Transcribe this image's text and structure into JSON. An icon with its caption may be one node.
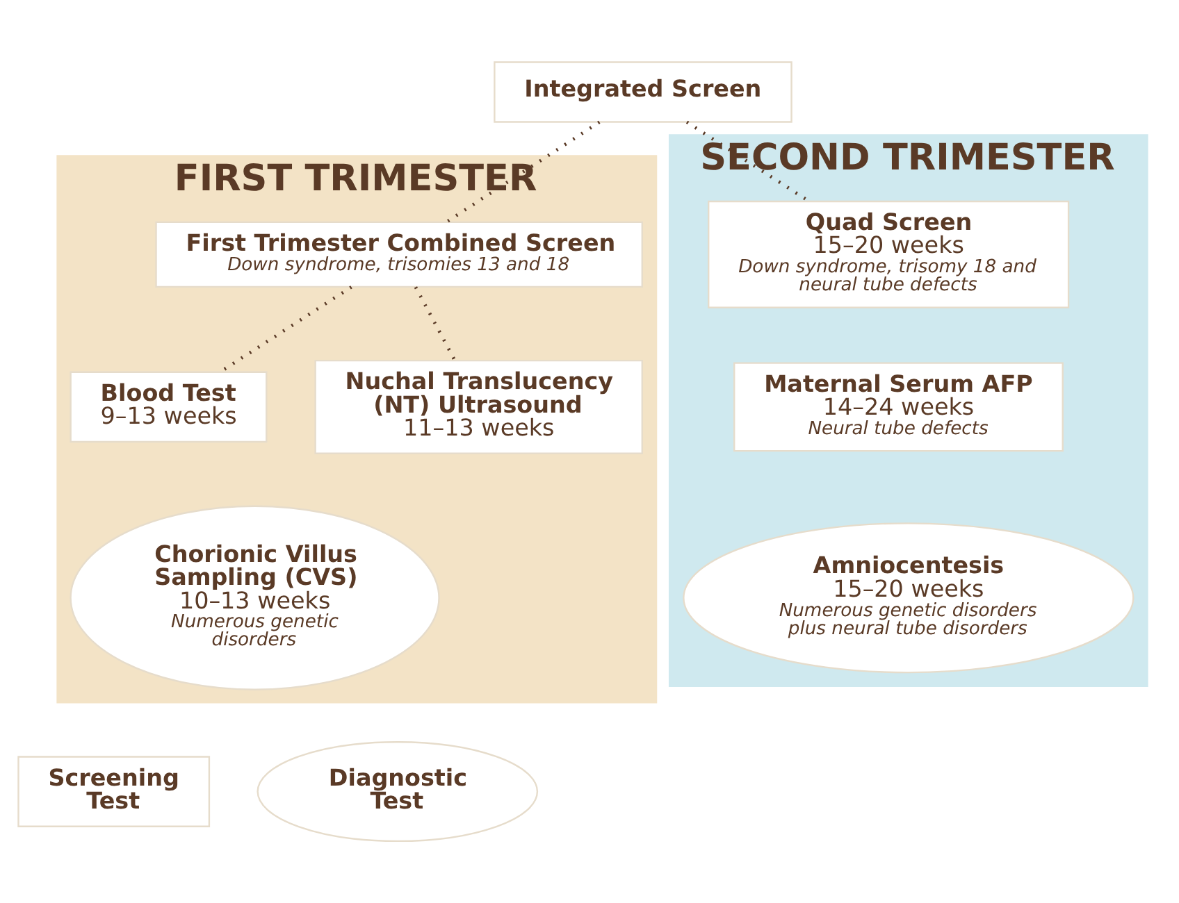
{
  "diagram": {
    "nodes": [
      {
        "text": [
          "FIRST TRIMESTER"
        ]
      },
      {
        "text": [
          "SECOND TRIMESTER"
        ]
      },
      {
        "text": [
          "Integrated Screen"
        ]
      },
      {
        "text": [
          "First Trimester Combined Screen",
          "Down syndrome, trisomies 13 and 18"
        ],
        "in": 0
      },
      {
        "text": [
          "Blood Test",
          "9–13 weeks"
        ],
        "in": 0
      },
      {
        "text": [
          "Nuchal Translucency (NT) Ultrasound",
          "11–13 weeks"
        ],
        "in": 0
      },
      {
        "text": [
          "Chorionic Villus Sampling (CVS)",
          "10–13 weeks",
          "Numerous genetic disorders"
        ],
        "in": 0
      },
      {
        "text": [
          "Quad Screen",
          "15–20 weeks",
          "Down syndrome, trisomy 18 and neural tube defects"
        ],
        "in": 1
      },
      {
        "text": [
          "Maternal Serum AFP",
          "14–24 weeks",
          "Neural tube defects"
        ],
        "in": 1
      },
      {
        "text": [
          "Amniocentesis",
          "15–20 weeks",
          "Numerous genetic disorders plus neural tube disorders"
        ],
        "in": 1
      },
      {
        "text": [
          "Screening Test"
        ]
      },
      {
        "text": [
          "Diagnostic Test"
        ]
      }
    ],
    "edges": [
      {
        "from": 2,
        "to": 3,
        "arrow": "none",
        "style": "dashed"
      },
      {
        "from": 2,
        "to": 7,
        "arrow": "none",
        "style": "dashed"
      },
      {
        "from": 3,
        "to": 4,
        "arrow": "none",
        "style": "dashed"
      },
      {
        "from": 3,
        "to": 5,
        "arrow": "none",
        "style": "dashed"
      }
    ]
  }
}
